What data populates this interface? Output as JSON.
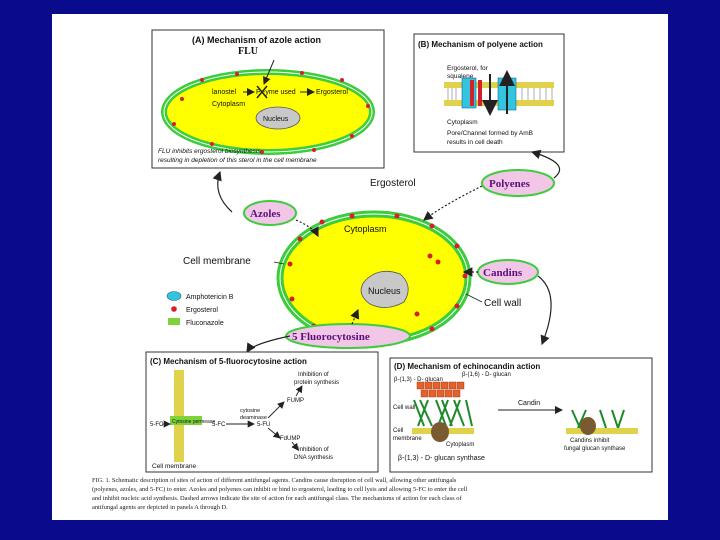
{
  "colors": {
    "slide_background": "#0a0a8c",
    "cell_fill": "#ffff00",
    "cell_membrane": "#3ccc3c",
    "ergosterol": "#d4202a",
    "amphotericin": "#33c4e0",
    "fluconazole": "#7fd33a",
    "drug_label_fill": "#f2c6e6",
    "nucleus": "#c8c8c8"
  },
  "panel_a": {
    "title": "(A) Mechanism of azole action",
    "flu": "FLU",
    "lanosterol": "lanostel",
    "enzyme": "P‑‑yme used",
    "ergosterol": "Ergosterol",
    "cytoplasm": "Cytoplasm",
    "nucleus": "Nucleus",
    "caption_1": "FLU inhibits ergosterol biosynthesis",
    "caption_2": "resulting in depletion of this sterol in the cell membrane"
  },
  "panel_b": {
    "title": "(B) Mechanism of polyene action",
    "ergosterol_label": "Ergosterol, for",
    "ergosterol_label_2": "squalene",
    "cytoplasm": "Cytoplasm",
    "caption_1": "Pore/Channel formed by AmB",
    "caption_2": "results in cell death"
  },
  "center": {
    "azoles": "Azoles",
    "polyenes": "Polyenes",
    "candins": "Candins",
    "fluorocytosine": "5 Fluorocytosine",
    "ergosterol": "Ergosterol",
    "cytoplasm": "Cytoplasm",
    "nucleus": "Nucleus",
    "cell_membrane": "Cell membrane",
    "cell_wall": "Cell wall"
  },
  "legend": {
    "amphotericin": "Amphotericin B",
    "ergosterol": "Ergosterol",
    "fluconazole": "Fluconazole"
  },
  "panel_c": {
    "title": "(C) Mechanism of 5-fluorocytosine action",
    "inhibition_protein_1": "Inhibition of",
    "inhibition_protein_2": "protein synthesis",
    "fump": "FUMP",
    "deaminase_1": "cytosine",
    "deaminase_2": "deaminase",
    "fc": "5-FC",
    "fc_left": "5-FC",
    "fu": "5-FU",
    "permease": "Cytosine permease",
    "fdump": "FdUMP",
    "inhibition_dna_1": "Inhibition of",
    "inhibition_dna_2": "DNA synthesis",
    "membrane": "Cell membrane"
  },
  "panel_d": {
    "title": "(D) Mechanism of echinocandin action",
    "glucan_16": "β-(1,6) - D- glucan",
    "glucan_13": "β-(1,3) - D- glucan",
    "cell_wall": "Cell wall",
    "cell_membrane_1": "Cell",
    "cell_membrane_2": "membrane",
    "cytoplasm": "Cytoplasm",
    "candin": "Candin",
    "inhibit_1": "Candins inhibit",
    "inhibit_2": "fungal glucan synthase",
    "synthase": "β-(1,3) - D- glucan synthase"
  },
  "figure_caption": {
    "line_1": "FIG. 1.  Schematic description of sites of action of different antifungal agents. Candins cause disruption of cell wall, allowing other antifungals",
    "line_2": "(polyenes, azoles, and 5-FC) to enter. Azoles and polyenes can inhibit or bind to ergosterol, leading to cell lysis and allowing 5-FC to enter the cell",
    "line_3": "and inhibit nucleic acid synthesis. Dashed arrows indicate the site of action for each antifungal class. The mechanisms of action for each class of",
    "line_4": "antifungal agents are depicted in panels A through D."
  }
}
